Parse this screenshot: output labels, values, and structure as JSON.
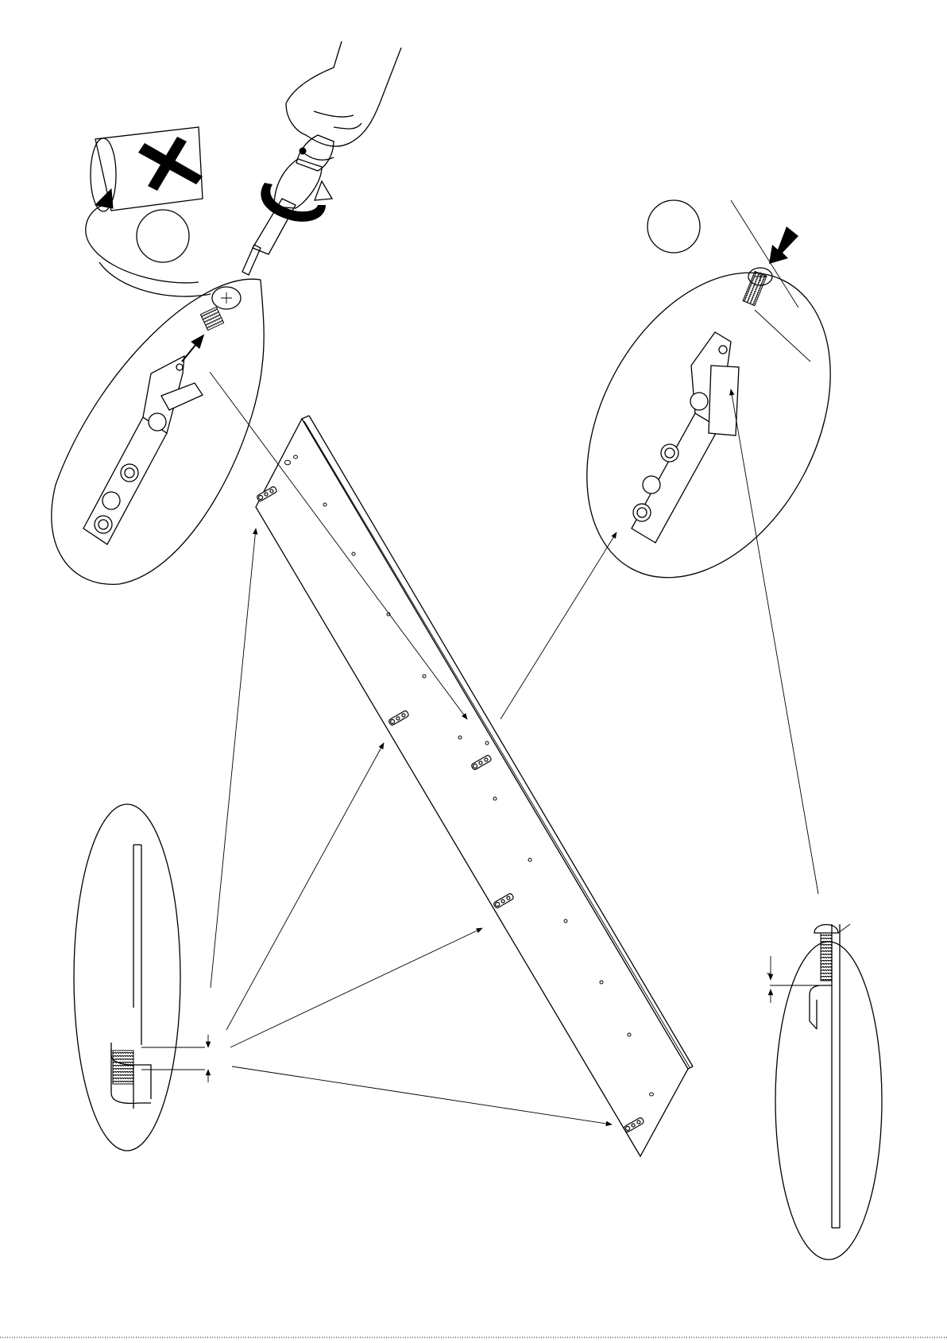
{
  "ink_color": "#000000",
  "paper_color": "#ffffff",
  "icons": {
    "prohibited": "x-mark-icon",
    "rotation": "clockwise-arrow-icon",
    "push": "push-arrow-icon",
    "tool": "screwdriver-icon"
  },
  "callouts": [
    "detail-top-left",
    "detail-top-right",
    "detail-bottom-left",
    "detail-bottom-right"
  ]
}
